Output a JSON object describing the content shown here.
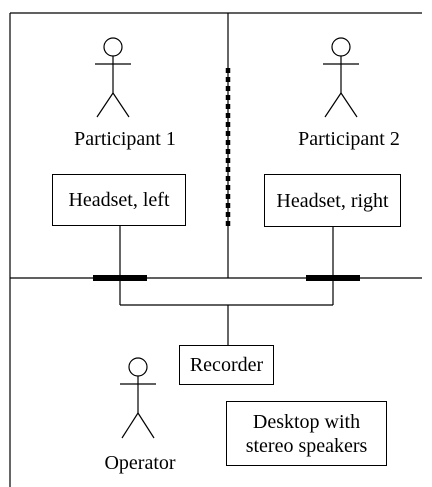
{
  "participants": {
    "p1": {
      "label": "Participant 1"
    },
    "p2": {
      "label": "Participant 2"
    }
  },
  "headsets": {
    "left": {
      "label": "Headset, left"
    },
    "right": {
      "label": "Headset, right"
    }
  },
  "recorder": {
    "label": "Recorder"
  },
  "operator": {
    "label": "Operator"
  },
  "desktop": {
    "label": "Desktop with\nstereo speakers"
  },
  "colors": {
    "stroke": "#000000",
    "background": "#ffffff"
  }
}
